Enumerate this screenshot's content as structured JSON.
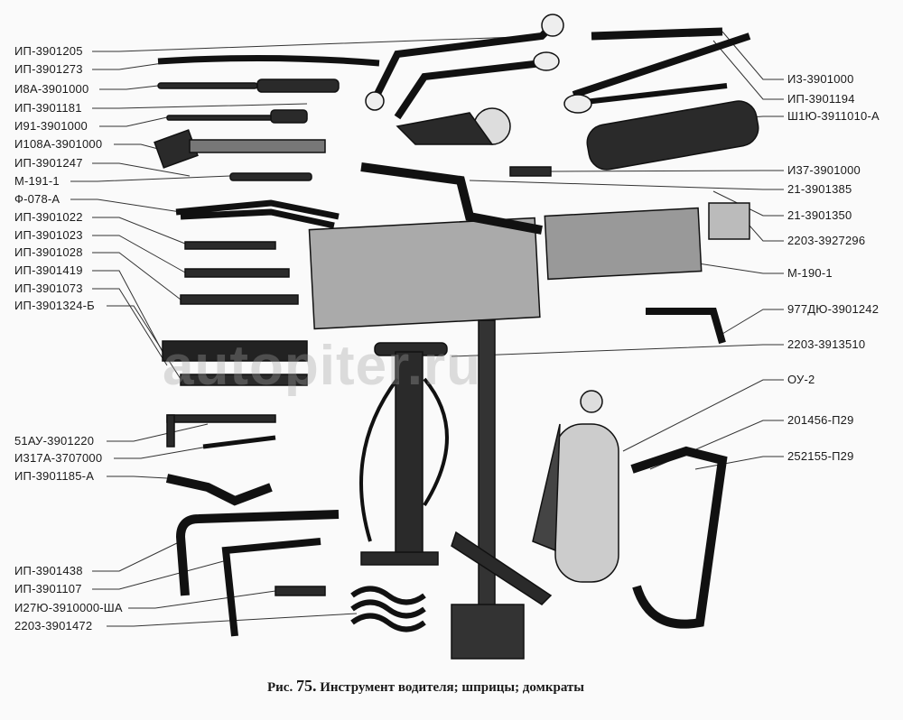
{
  "figure": {
    "caption_prefix": "Рис.",
    "number": "75.",
    "caption_text": "Инструмент водителя; шприцы; домкраты"
  },
  "watermark": "autopiter.ru",
  "labels_left": [
    "ИП-3901205",
    "ИП-3901273",
    "И8А-3901000",
    "ИП-3901181",
    "И91-3901000",
    "И108А-3901000",
    "ИП-3901247",
    "М-191-1",
    "Ф-078-А",
    "ИП-3901022",
    "ИП-3901023",
    "ИП-3901028",
    "ИП-3901419",
    "ИП-3901073",
    "ИП-3901324-Б",
    "51АУ-3901220",
    "И317А-3707000",
    "ИП-3901185-А",
    "ИП-3901438",
    "ИП-3901107",
    "И27Ю-3910000-ША",
    "2203-3901472"
  ],
  "labels_right": [
    "И3-3901000",
    "ИП-3901194",
    "Ш1Ю-3911010-А",
    "И37-3901000",
    "21-3901385",
    "21-3901350",
    "2203-3927296",
    "М-190-1",
    "977ДЮ-3901242",
    "2203-3913510",
    "ОУ-2",
    "201456-П29",
    "252155-П29"
  ]
}
